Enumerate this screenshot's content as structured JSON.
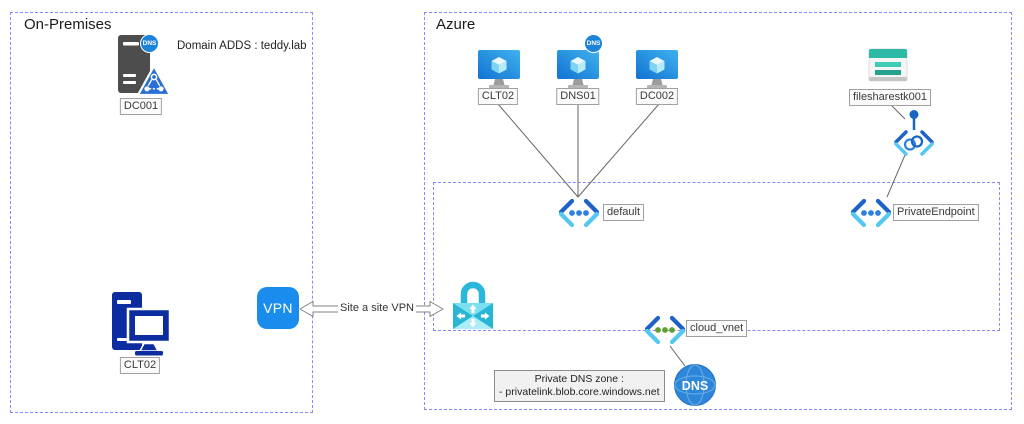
{
  "colors": {
    "region_border": "#8787ff",
    "vpn_button_blue": "#1a8cee",
    "azure_badge_blue": "#1b84d8",
    "onprem_client_navy": "#0b2da0",
    "fileshare_teal": "#2cb9a6",
    "gateway_cyan": "#35c4dd",
    "vnet_green_dots": "#5ea132",
    "dns_globe_blue": "#2e86d8",
    "connector_gray": "#666666"
  },
  "onprem": {
    "title": "On-Premises",
    "server": {
      "label": "DC001",
      "badge": "DNS"
    },
    "domain_note": "Domain ADDS : teddy.lab",
    "client": {
      "label": "CLT02"
    }
  },
  "vpn_link": {
    "icon_label": "VPN",
    "connection_label": "Site a site VPN"
  },
  "azure": {
    "title": "Azure",
    "vms": [
      {
        "label": "CLT02"
      },
      {
        "label": "DNS01",
        "badge": "DNS"
      },
      {
        "label": "DC002"
      }
    ],
    "fileshare": {
      "label": "filesharestk001"
    },
    "subnet": {
      "label": "default"
    },
    "private_endpoint": {
      "label": "PrivateEndpoint"
    },
    "vnet": {
      "label": "cloud_vnet"
    },
    "dns": {
      "label": "DNS"
    },
    "private_dns_zone": {
      "line1": "Private DNS zone :",
      "line2": "- privatelink.blob.core.windows.net"
    }
  }
}
